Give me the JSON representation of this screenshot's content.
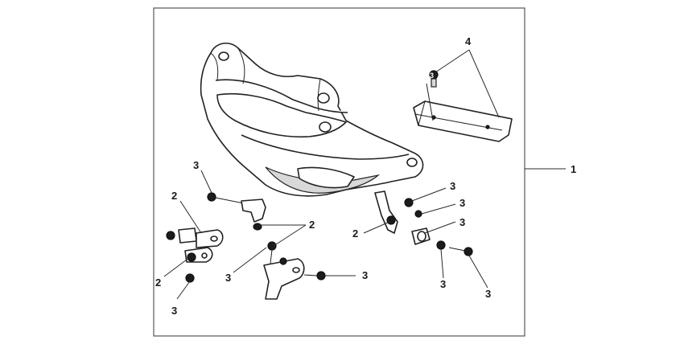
{
  "diagram": {
    "callouts": {
      "c1": "1",
      "c2a": "2",
      "c2b": "2",
      "c2c": "2",
      "c2d": "2",
      "c3a": "3",
      "c3b": "3",
      "c3c": "3",
      "c3d": "3",
      "c3e": "3",
      "c3f": "3",
      "c3g": "3",
      "c3h": "3",
      "c3i": "3",
      "c3j": "3",
      "c4": "4"
    }
  }
}
